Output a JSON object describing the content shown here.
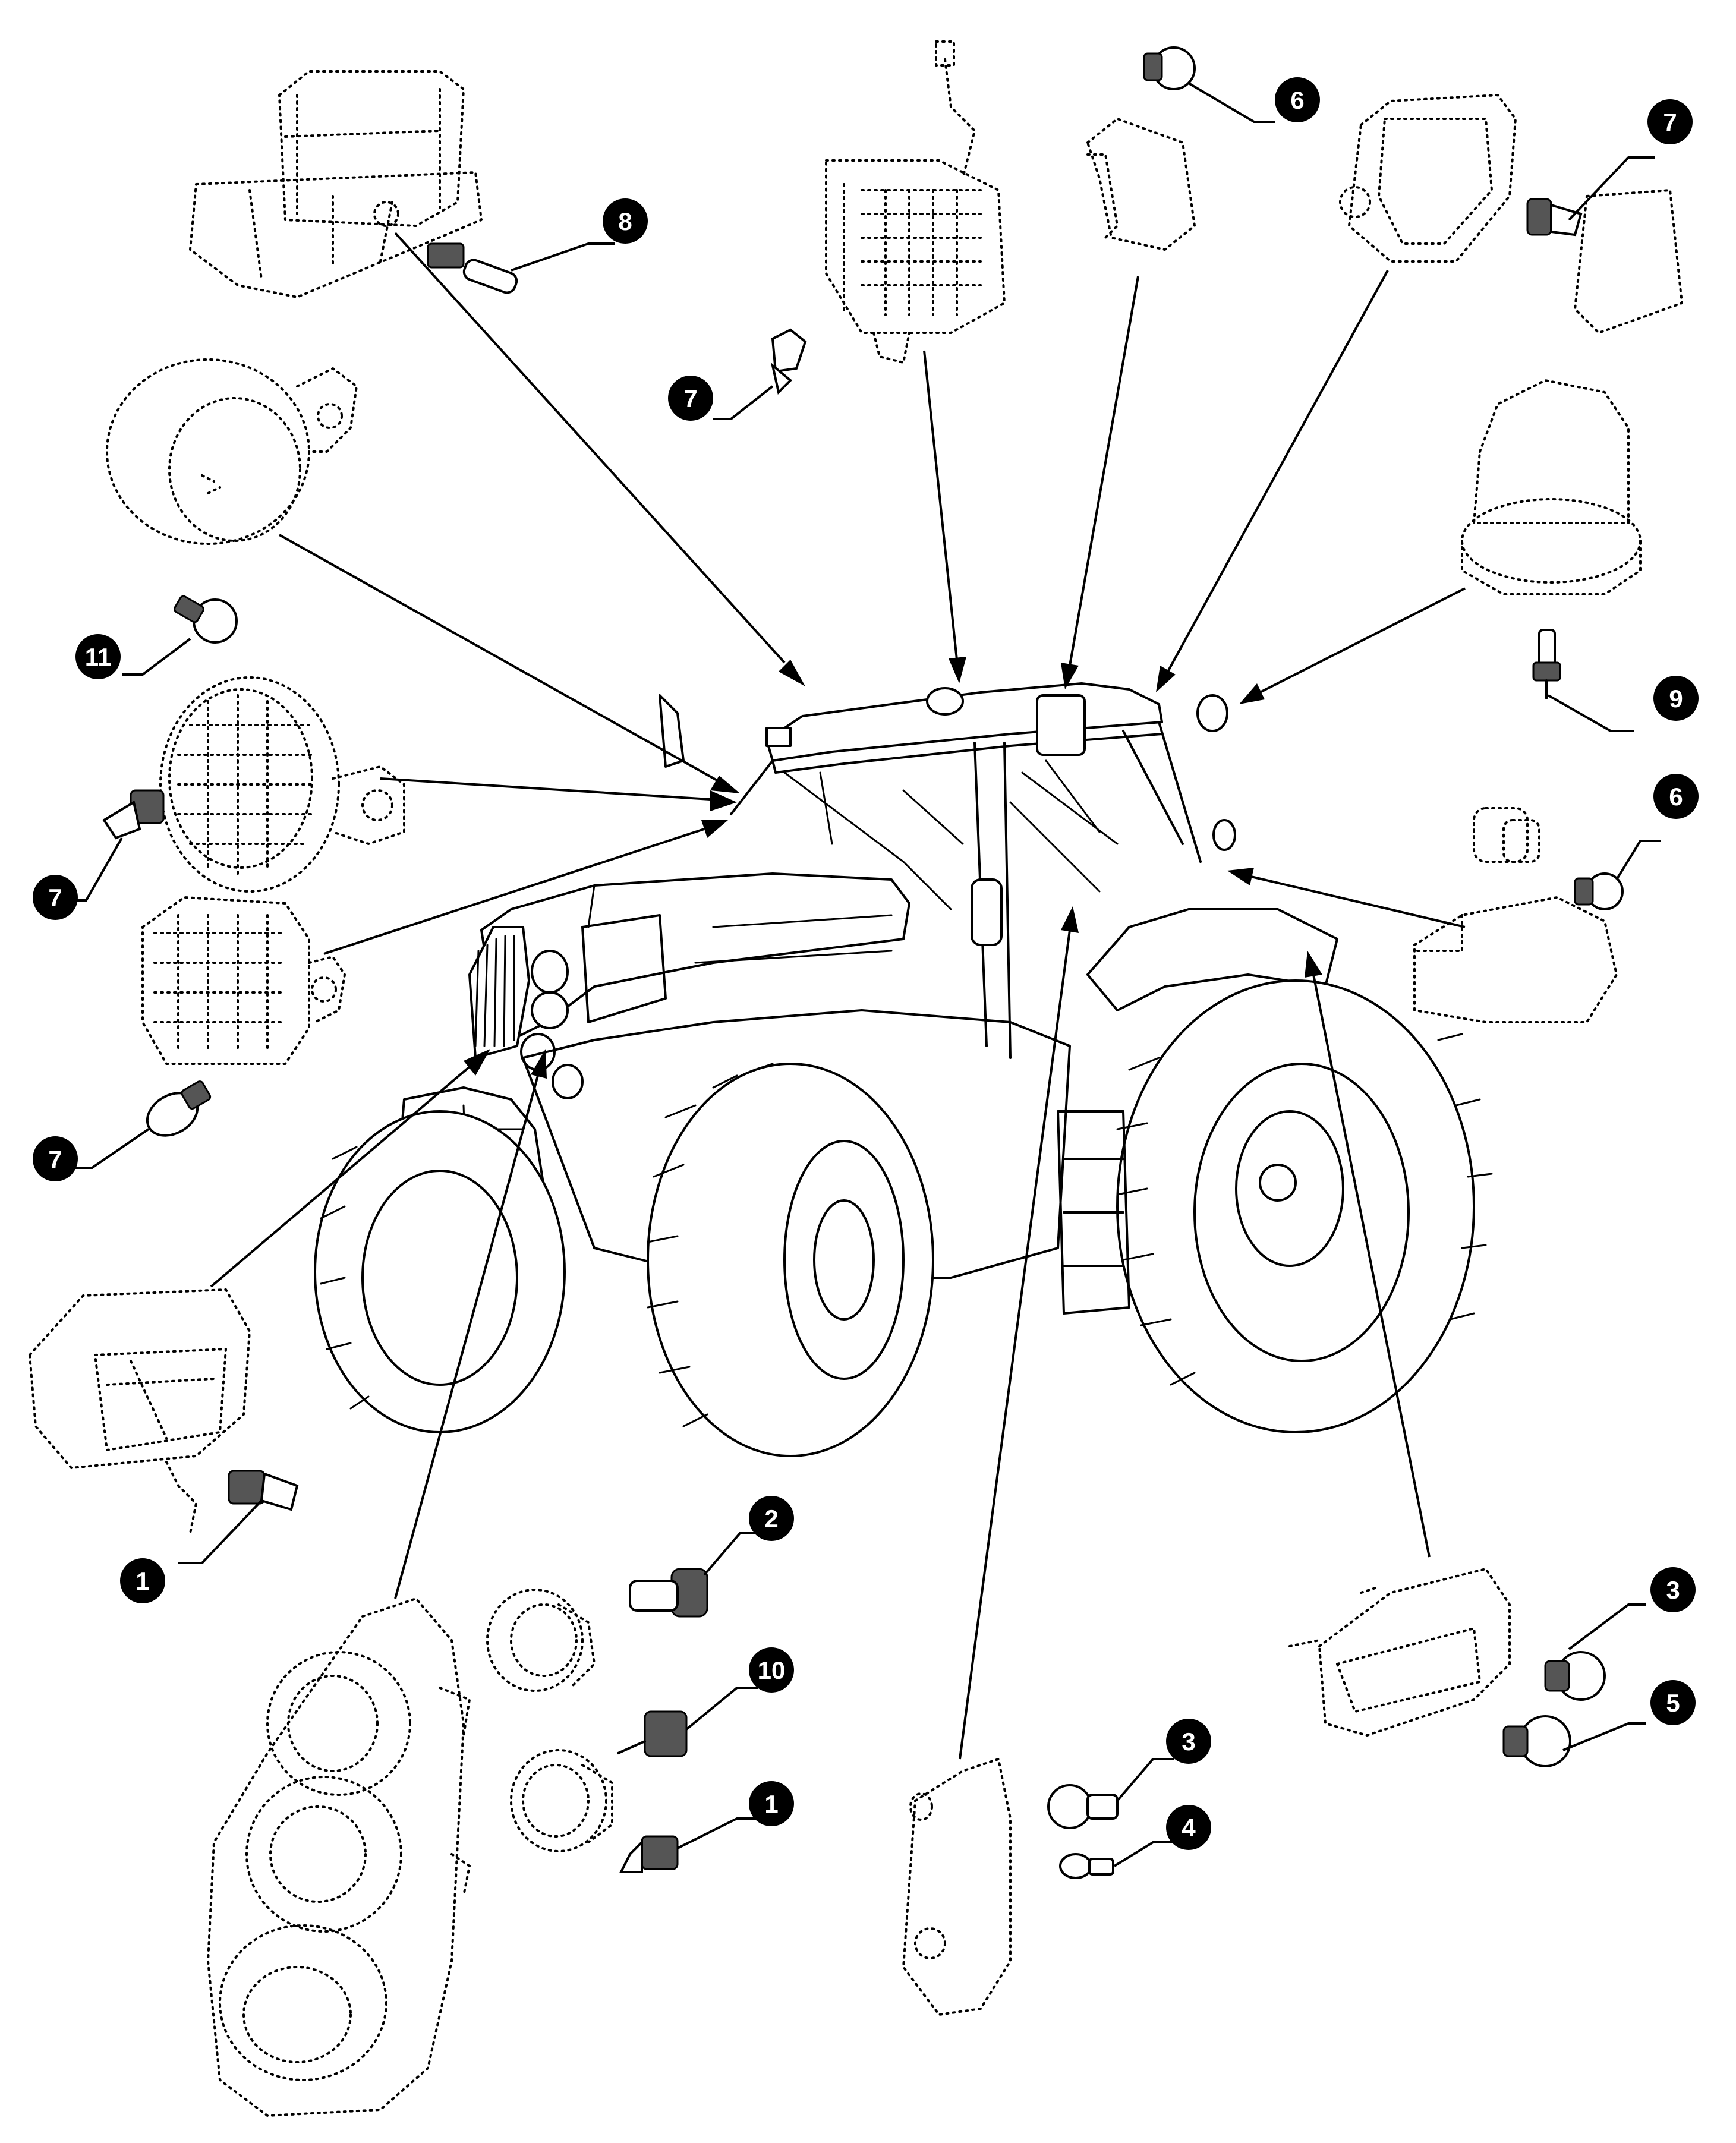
{
  "callouts": [
    {
      "id": "c8",
      "label": "8"
    },
    {
      "id": "c6a",
      "label": "6"
    },
    {
      "id": "c7a",
      "label": "7"
    },
    {
      "id": "c7b",
      "label": "7"
    },
    {
      "id": "c11",
      "label": "11"
    },
    {
      "id": "c7c",
      "label": "7"
    },
    {
      "id": "c9",
      "label": "9"
    },
    {
      "id": "c6b",
      "label": "6"
    },
    {
      "id": "c7d",
      "label": "7"
    },
    {
      "id": "c1a",
      "label": "1"
    },
    {
      "id": "c2",
      "label": "2"
    },
    {
      "id": "c10",
      "label": "10"
    },
    {
      "id": "c1b",
      "label": "1"
    },
    {
      "id": "c3a",
      "label": "3"
    },
    {
      "id": "c4",
      "label": "4"
    },
    {
      "id": "c3b",
      "label": "3"
    },
    {
      "id": "c5",
      "label": "5"
    }
  ]
}
